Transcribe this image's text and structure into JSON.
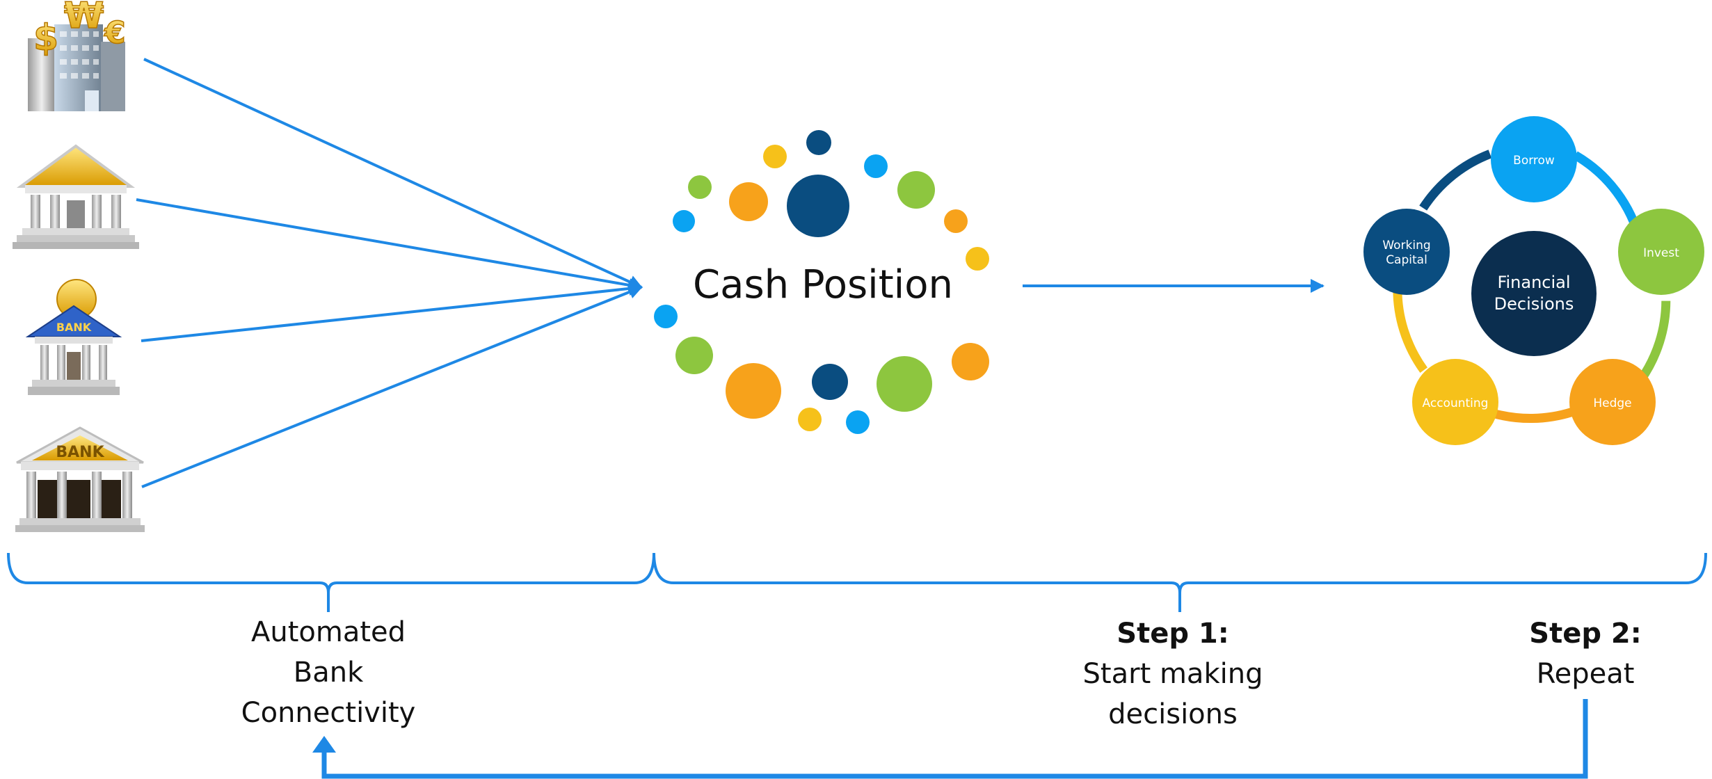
{
  "center_label": "Cash Position",
  "cycle": {
    "hub": [
      "Financial",
      "Decisions"
    ],
    "nodes": [
      {
        "key": "borrow",
        "lines": [
          "Borrow"
        ],
        "color": "#0AA3F2"
      },
      {
        "key": "invest",
        "lines": [
          "Invest"
        ],
        "color": "#8DC63F"
      },
      {
        "key": "hedge",
        "lines": [
          "Hedge"
        ],
        "color": "#F7A21B"
      },
      {
        "key": "accounting",
        "lines": [
          "Accounting"
        ],
        "color": "#F6C11A"
      },
      {
        "key": "working-capital",
        "lines": [
          "Working",
          "Capital"
        ],
        "color": "#0A4D80"
      }
    ]
  },
  "labels": {
    "bank": [
      "Automated",
      "Bank",
      "Connectivity"
    ],
    "step1": {
      "title": "Step 1:",
      "lines": [
        "Start making",
        "decisions"
      ]
    },
    "step2": {
      "title": "Step 2:",
      "lines": [
        "Repeat"
      ]
    }
  },
  "bank_sign": "BANK",
  "colors": {
    "arrow": "#1E88E5",
    "dark_blue": "#0A4D80",
    "light_blue": "#0AA3F2",
    "green": "#8DC63F",
    "orange": "#F7A21B",
    "yellow": "#F6C11A",
    "hub": "#0B2E4F"
  }
}
